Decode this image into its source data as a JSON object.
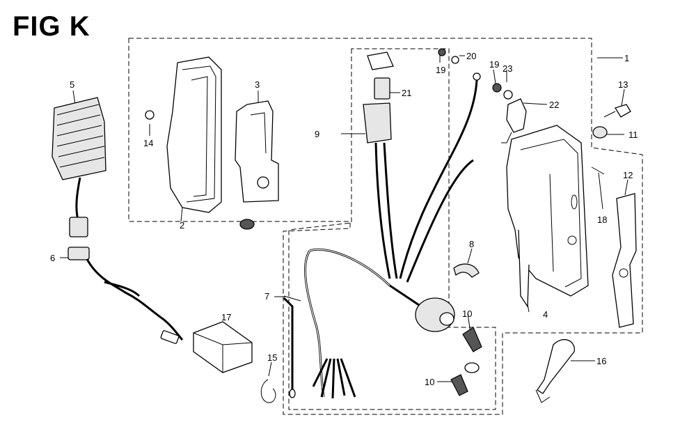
{
  "title": "FIG K",
  "callouts": [
    {
      "id": "c1",
      "text": "1"
    },
    {
      "id": "c2",
      "text": "2"
    },
    {
      "id": "c3",
      "text": "3"
    },
    {
      "id": "c4",
      "text": "4"
    },
    {
      "id": "c5",
      "text": "5"
    },
    {
      "id": "c6",
      "text": "6"
    },
    {
      "id": "c7",
      "text": "7"
    },
    {
      "id": "c8",
      "text": "8"
    },
    {
      "id": "c9",
      "text": "9"
    },
    {
      "id": "c10a",
      "text": "10"
    },
    {
      "id": "c10b",
      "text": "10"
    },
    {
      "id": "c11",
      "text": "11"
    },
    {
      "id": "c12",
      "text": "12"
    },
    {
      "id": "c13",
      "text": "13"
    },
    {
      "id": "c14",
      "text": "14"
    },
    {
      "id": "c15",
      "text": "15"
    },
    {
      "id": "c16",
      "text": "16"
    },
    {
      "id": "c17",
      "text": "17"
    },
    {
      "id": "c18",
      "text": "18"
    },
    {
      "id": "c19a",
      "text": "19"
    },
    {
      "id": "c19b",
      "text": "19"
    },
    {
      "id": "c20",
      "text": "20"
    },
    {
      "id": "c21",
      "text": "21"
    },
    {
      "id": "c22",
      "text": "22"
    },
    {
      "id": "c23",
      "text": "23"
    }
  ]
}
